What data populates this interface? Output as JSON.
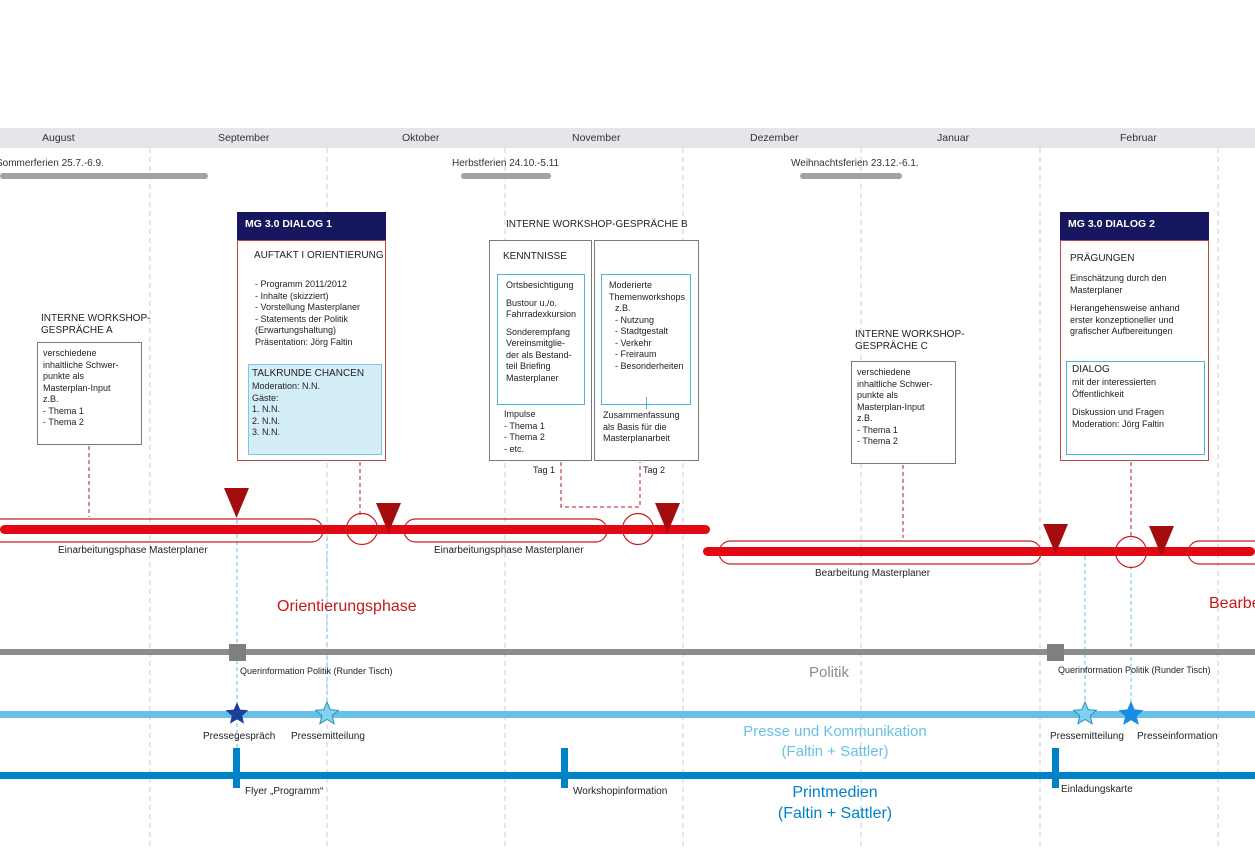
{
  "months": [
    "August",
    "September",
    "Oktober",
    "November",
    "Dezember",
    "Januar",
    "Februar"
  ],
  "holidays": {
    "summer": "Sommerferien 25.7.-6.9.",
    "autumn": "Herbstferien 24.10.-5.11",
    "christmas": "Weihnachtsferien 23.12.-6.1."
  },
  "workshop_a": {
    "title": [
      "INTERNE WORKSHOP-",
      "GESPRÄCHE A"
    ],
    "lines": [
      "verschiedene",
      "inhaltliche Schwer-",
      "punkte als",
      "Masterplan-Input",
      "z.B.",
      "- Thema 1",
      "- Thema 2"
    ]
  },
  "dialog1": {
    "header": "MG 3.0 DIALOG 1",
    "title": "AUFTAKT I ORIENTIERUNG",
    "lines": [
      "- Programm 2011/2012",
      "- Inhalte (skizziert)",
      "- Vorstellung Masterplaner",
      "- Statements der Politik",
      "  (Erwartungshaltung)",
      "Präsentation: Jörg Faltin"
    ],
    "talk_title": "TALKRUNDE CHANCEN",
    "talk_lines": [
      "Moderation: N.N.",
      "Gäste:",
      "1. N.N.",
      "2. N.N.",
      "3. N.N."
    ]
  },
  "workshop_b": {
    "title": "INTERNE WORKSHOP-GESPRÄCHE B",
    "day1_title": "KENNTNISSE",
    "day1_inner": [
      "Ortsbesichtigung",
      "",
      "Bustour u./o.",
      "Fahrradexkursion",
      "",
      "Sonderempfang",
      "Vereinsmitglie-",
      "der als Bestand-",
      "teil Briefing",
      "Masterplaner"
    ],
    "day1_bottom": [
      "Impulse",
      "- Thema 1",
      "- Thema 2",
      "- etc."
    ],
    "day2_inner": [
      "Moderierte",
      "Themenworkshops",
      "z.B.",
      "- Nutzung",
      "- Stadtgestalt",
      "- Verkehr",
      "- Freiraum",
      "- Besonderheiten"
    ],
    "day2_bottom": [
      "Zusammenfassung",
      "als Basis für die",
      "Masterplanarbeit"
    ],
    "day1_label": "Tag 1",
    "day2_label": "Tag 2"
  },
  "workshop_c": {
    "title": [
      "INTERNE WORKSHOP-",
      "GESPRÄCHE C"
    ],
    "lines": [
      "verschiedene",
      "inhaltliche Schwer-",
      "punkte als",
      "Masterplan-Input",
      "z.B.",
      "- Thema 1",
      "- Thema 2"
    ]
  },
  "dialog2": {
    "header": "MG 3.0 DIALOG 2",
    "title": "PRÄGUNGEN",
    "lines": [
      "Einschätzung durch den",
      "Masterplaner",
      "",
      "Herangehensweise anhand",
      "erster konzeptioneller und",
      "grafischer Aufbereitungen"
    ],
    "dialog_title": "DIALOG",
    "dialog_lines": [
      "mit der interessierten",
      "Öffentlichkeit",
      "",
      "Diskussion und Fragen",
      "Moderation: Jörg Faltin"
    ]
  },
  "phases": {
    "phase1": "Einarbeitungsphase Masterplaner",
    "phase2": "Einarbeitungsphase Masterplaner",
    "phase3": "Bearbeitung Masterplaner",
    "orientation": "Orientierungsphase",
    "next_phase": "Bearbe"
  },
  "politics": {
    "label": "Politik",
    "query1": "Querinformation Politik (Runder Tisch)",
    "query2": "Querinformation Politik (Runder Tisch)"
  },
  "press": {
    "label1": "Presse und Kommunikation",
    "label2": "(Faltin + Sattler)",
    "events": [
      "Pressegespräch",
      "Pressemitteilung",
      "Pressemitteilung",
      "Presseinformation"
    ]
  },
  "print": {
    "label1": "Printmedien",
    "label2": "(Faltin + Sattler)",
    "events": [
      "Flyer „Programm“",
      "Workshopinformation",
      "Einladungskarte"
    ]
  },
  "colors": {
    "red": "#e30613",
    "dark_red": "#9a0c0c",
    "navy": "#17175f",
    "gray": "#8c8c8c",
    "light_blue": "#69c0e6",
    "blue": "#0082c8",
    "pale_cyan": "#d4eef8"
  }
}
